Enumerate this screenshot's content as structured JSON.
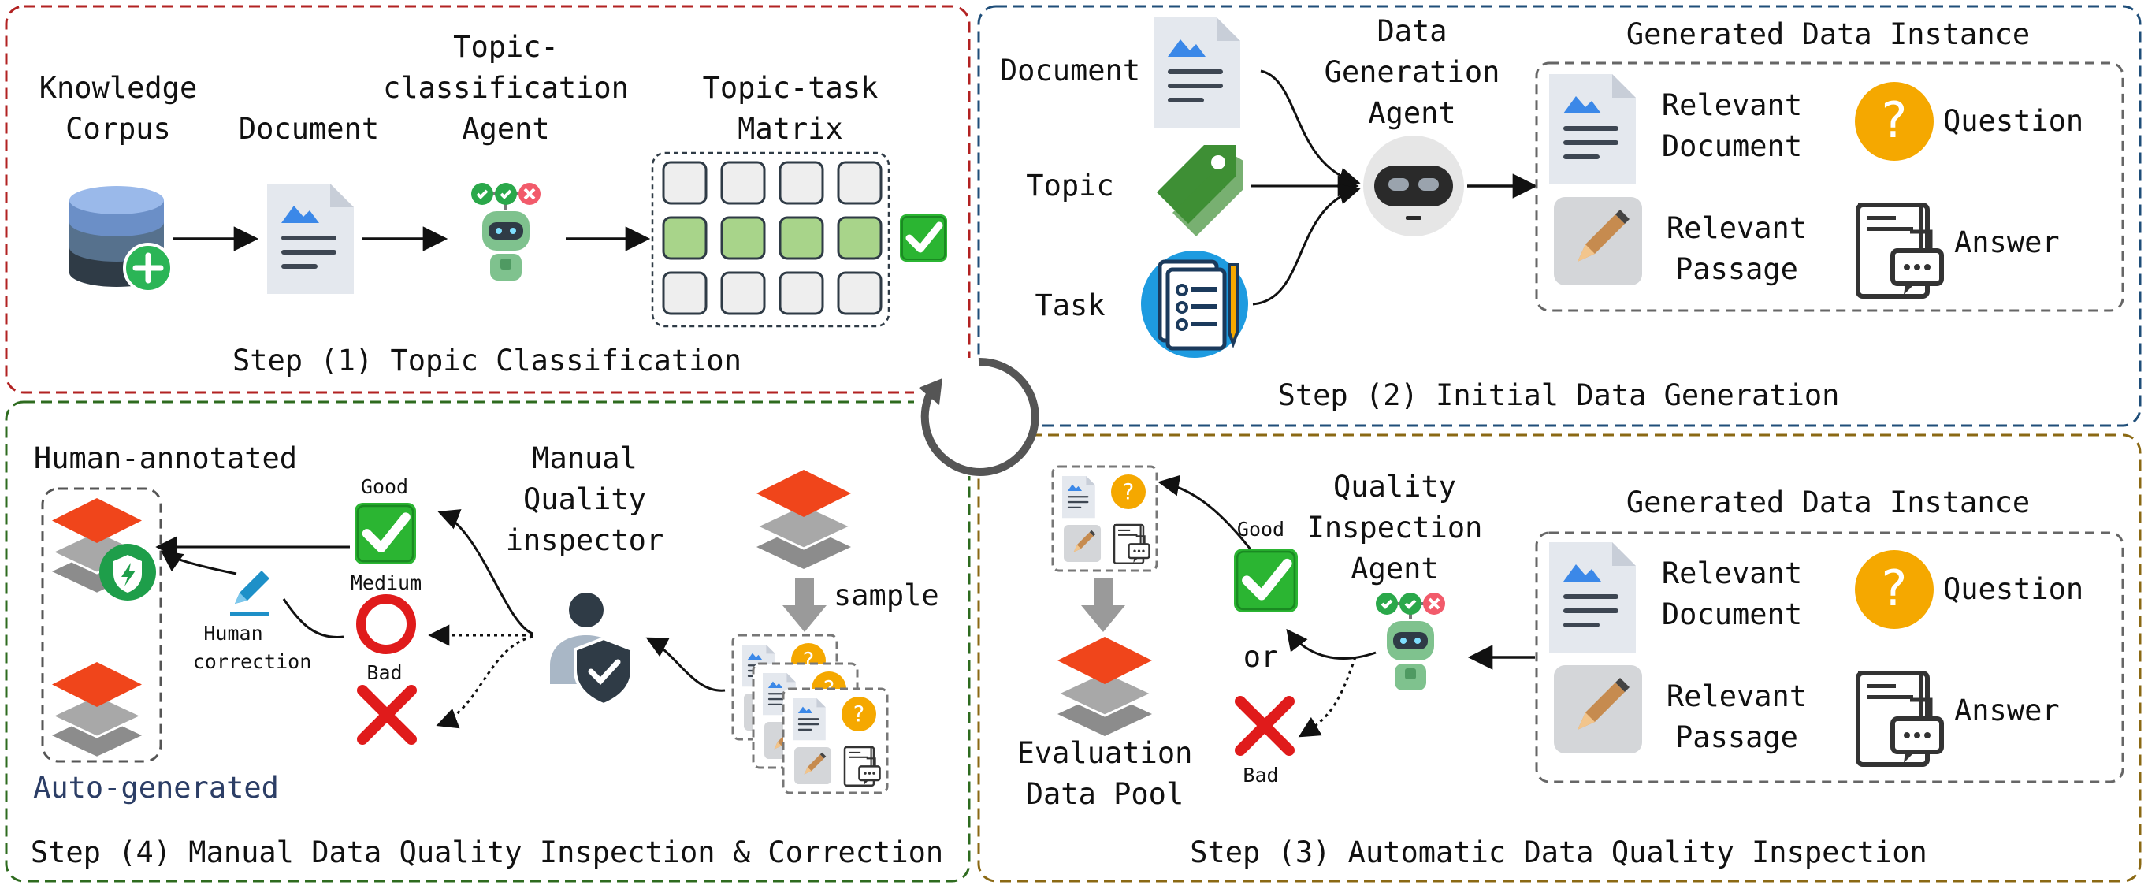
{
  "step1": {
    "title": "Step (1) Topic Classification",
    "knowledge_corpus": [
      "Knowledge",
      "Corpus"
    ],
    "document": "Document",
    "agent": [
      "Topic-",
      "classification",
      "Agent"
    ],
    "matrix": [
      "Topic-task",
      "Matrix"
    ]
  },
  "step2": {
    "title": "Step (2) Initial Data Generation",
    "inputs": [
      "Document",
      "Topic",
      "Task"
    ],
    "agent": [
      "Data",
      "Generation",
      "Agent"
    ],
    "instance_title": "Generated Data Instance",
    "relevant_document": [
      "Relevant",
      "Document"
    ],
    "relevant_passage": [
      "Relevant",
      "Passage"
    ],
    "question": "Question",
    "answer": "Answer"
  },
  "step3": {
    "title": "Step (3) Automatic Data Quality Inspection",
    "agent": [
      "Quality",
      "Inspection",
      "Agent"
    ],
    "instance_title": "Generated Data Instance",
    "relevant_document": [
      "Relevant",
      "Document"
    ],
    "relevant_passage": [
      "Relevant",
      "Passage"
    ],
    "question": "Question",
    "answer": "Answer",
    "good": "Good",
    "or": "or",
    "bad": "Bad",
    "pool": [
      "Evaluation",
      "Data Pool"
    ]
  },
  "step4": {
    "title": "Step (4) Manual Data Quality Inspection & Correction",
    "human_annotated": "Human-annotated",
    "auto_generated": "Auto-generated",
    "good": "Good",
    "medium": "Medium",
    "bad": "Bad",
    "human_correction": [
      "Human",
      "correction"
    ],
    "inspector": [
      "Manual",
      "Quality",
      "inspector"
    ],
    "sample": "sample"
  },
  "colors": {
    "step1_border": "#b22222",
    "step2_border": "#1f4e79",
    "step3_border": "#8b6914",
    "step4_border": "#2e6b1f",
    "orange": "#f5a800",
    "green_check": "#2bb532",
    "red_x": "#e01b1b",
    "layer_red": "#f0451b",
    "layer_gray": "#8c8c8c",
    "matrix_green": "#a8d48a"
  },
  "icons": [
    "database-plus-icon",
    "document-icon",
    "robot-icon",
    "matrix-icon",
    "check-icon",
    "tag-icon",
    "task-icon",
    "question-icon",
    "answer-icon",
    "pencil-icon",
    "layers-icon",
    "shield-icon",
    "user-shield-icon",
    "cycle-icon",
    "x-icon",
    "circle-icon"
  ]
}
